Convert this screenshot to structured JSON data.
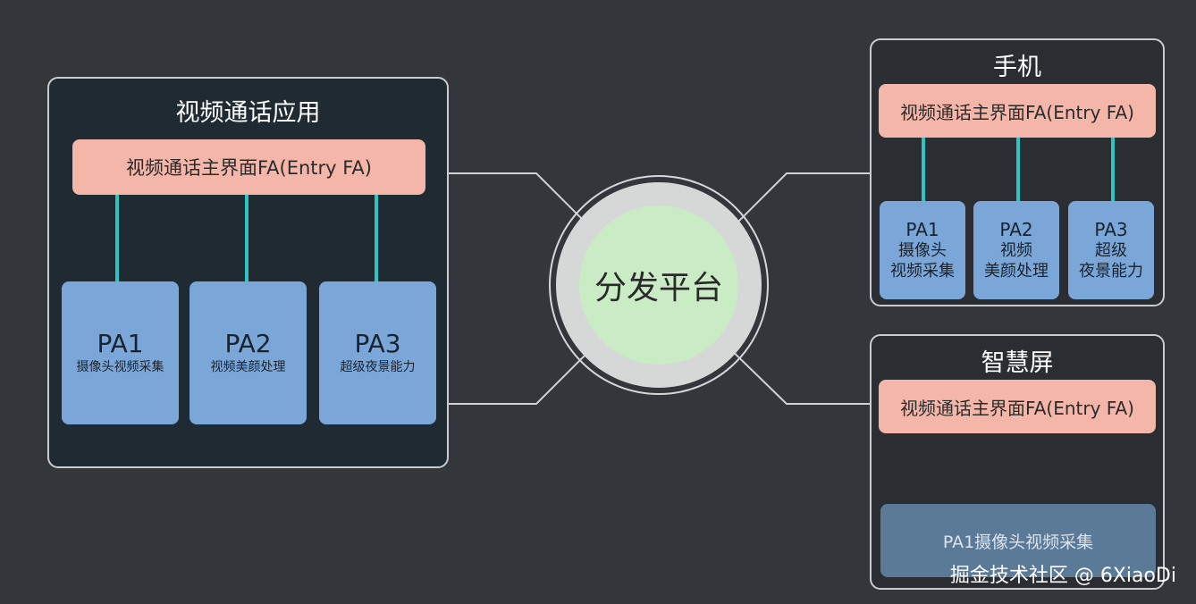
{
  "hub": {
    "label": "分发平台"
  },
  "app_panel": {
    "title": "视频通话应用",
    "entry_fa": "视频通话主界面FA(Entry FA)",
    "pas": [
      {
        "name": "PA1",
        "desc": "摄像头视频采集"
      },
      {
        "name": "PA2",
        "desc": "视频美颜处理"
      },
      {
        "name": "PA3",
        "desc": "超级夜景能力"
      }
    ]
  },
  "phone_panel": {
    "title": "手机",
    "entry_fa": "视频通话主界面FA(Entry FA)",
    "pas": [
      {
        "name": "PA1",
        "desc_line1": "摄像头",
        "desc_line2": "视频采集"
      },
      {
        "name": "PA2",
        "desc_line1": "视频",
        "desc_line2": "美颜处理"
      },
      {
        "name": "PA3",
        "desc_line1": "超级",
        "desc_line2": "夜景能力"
      }
    ]
  },
  "tv_panel": {
    "title": "智慧屏",
    "entry_fa": "视频通话主界面FA(Entry FA)",
    "pa": "PA1摄像头视频采集"
  },
  "watermark": "掘金技术社区 @ 6XiaoDi",
  "colors": {
    "background": "#33363a",
    "entry_fa": "#f4b6a8",
    "pa": "#7aa7d8",
    "connector": "#2ec4c4",
    "hub_core": "#c9ecc4"
  }
}
